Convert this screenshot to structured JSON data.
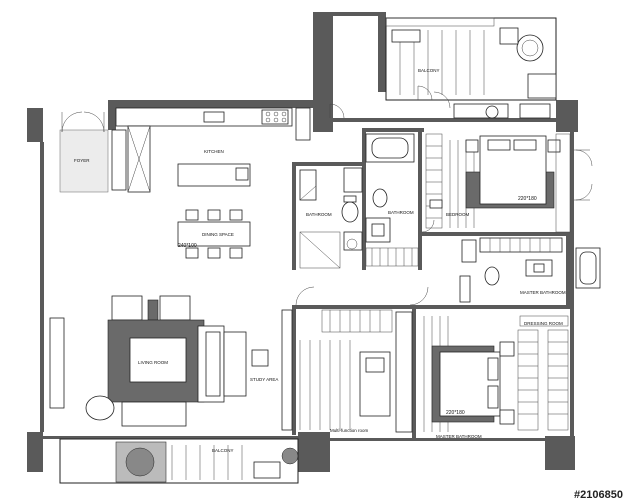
{
  "rooms": {
    "kitchen": "KITCHEN",
    "dining_space": "DINING SPACE",
    "dining_dim": "240*100",
    "foyer": "FOYER",
    "living_room": "LIVING ROOM",
    "study_area": "STUDY AREA",
    "balcony_bottom": "BALCONY",
    "balcony_top": "BALCONY",
    "bathroom_1": "BATHROOM",
    "bathroom_2": "BATHROOM",
    "bedroom": "BEDROOM",
    "bedroom_dim": "220*180",
    "master_bathroom": "MASTER BATHROOM",
    "dressing_room": "DRESSING ROOM",
    "master_bedroom": "MASTER BATHROOM",
    "master_bedroom_dim": "220*180",
    "multifunction_room": "Multi-function room"
  },
  "watermark": "#2106850"
}
